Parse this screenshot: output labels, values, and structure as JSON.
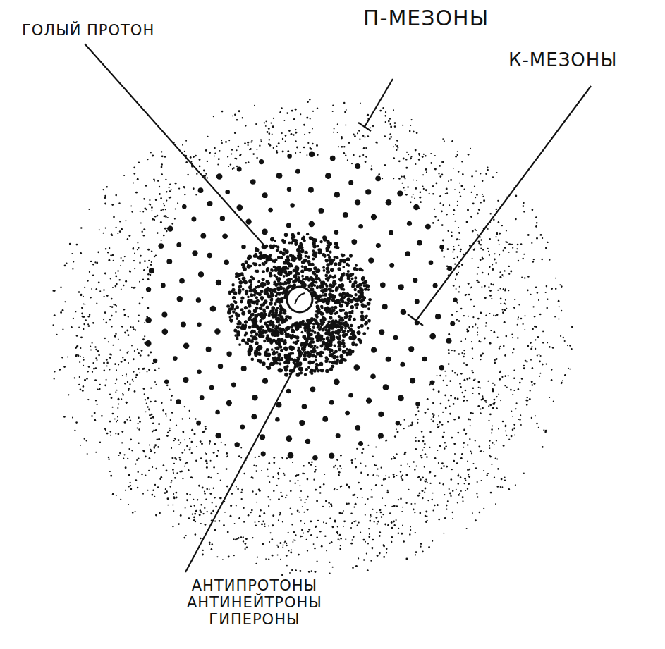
{
  "diagram": {
    "labels": [
      "ГОЛЫЙ ПРОТОН",
      "П-МЕЗОНЫ",
      "К-МЕЗОНЫ",
      "АНТИПРОТОНЫ АНТИНЕЙТРОНЫ ГИПЕРОНЫ"
    ]
  }
}
